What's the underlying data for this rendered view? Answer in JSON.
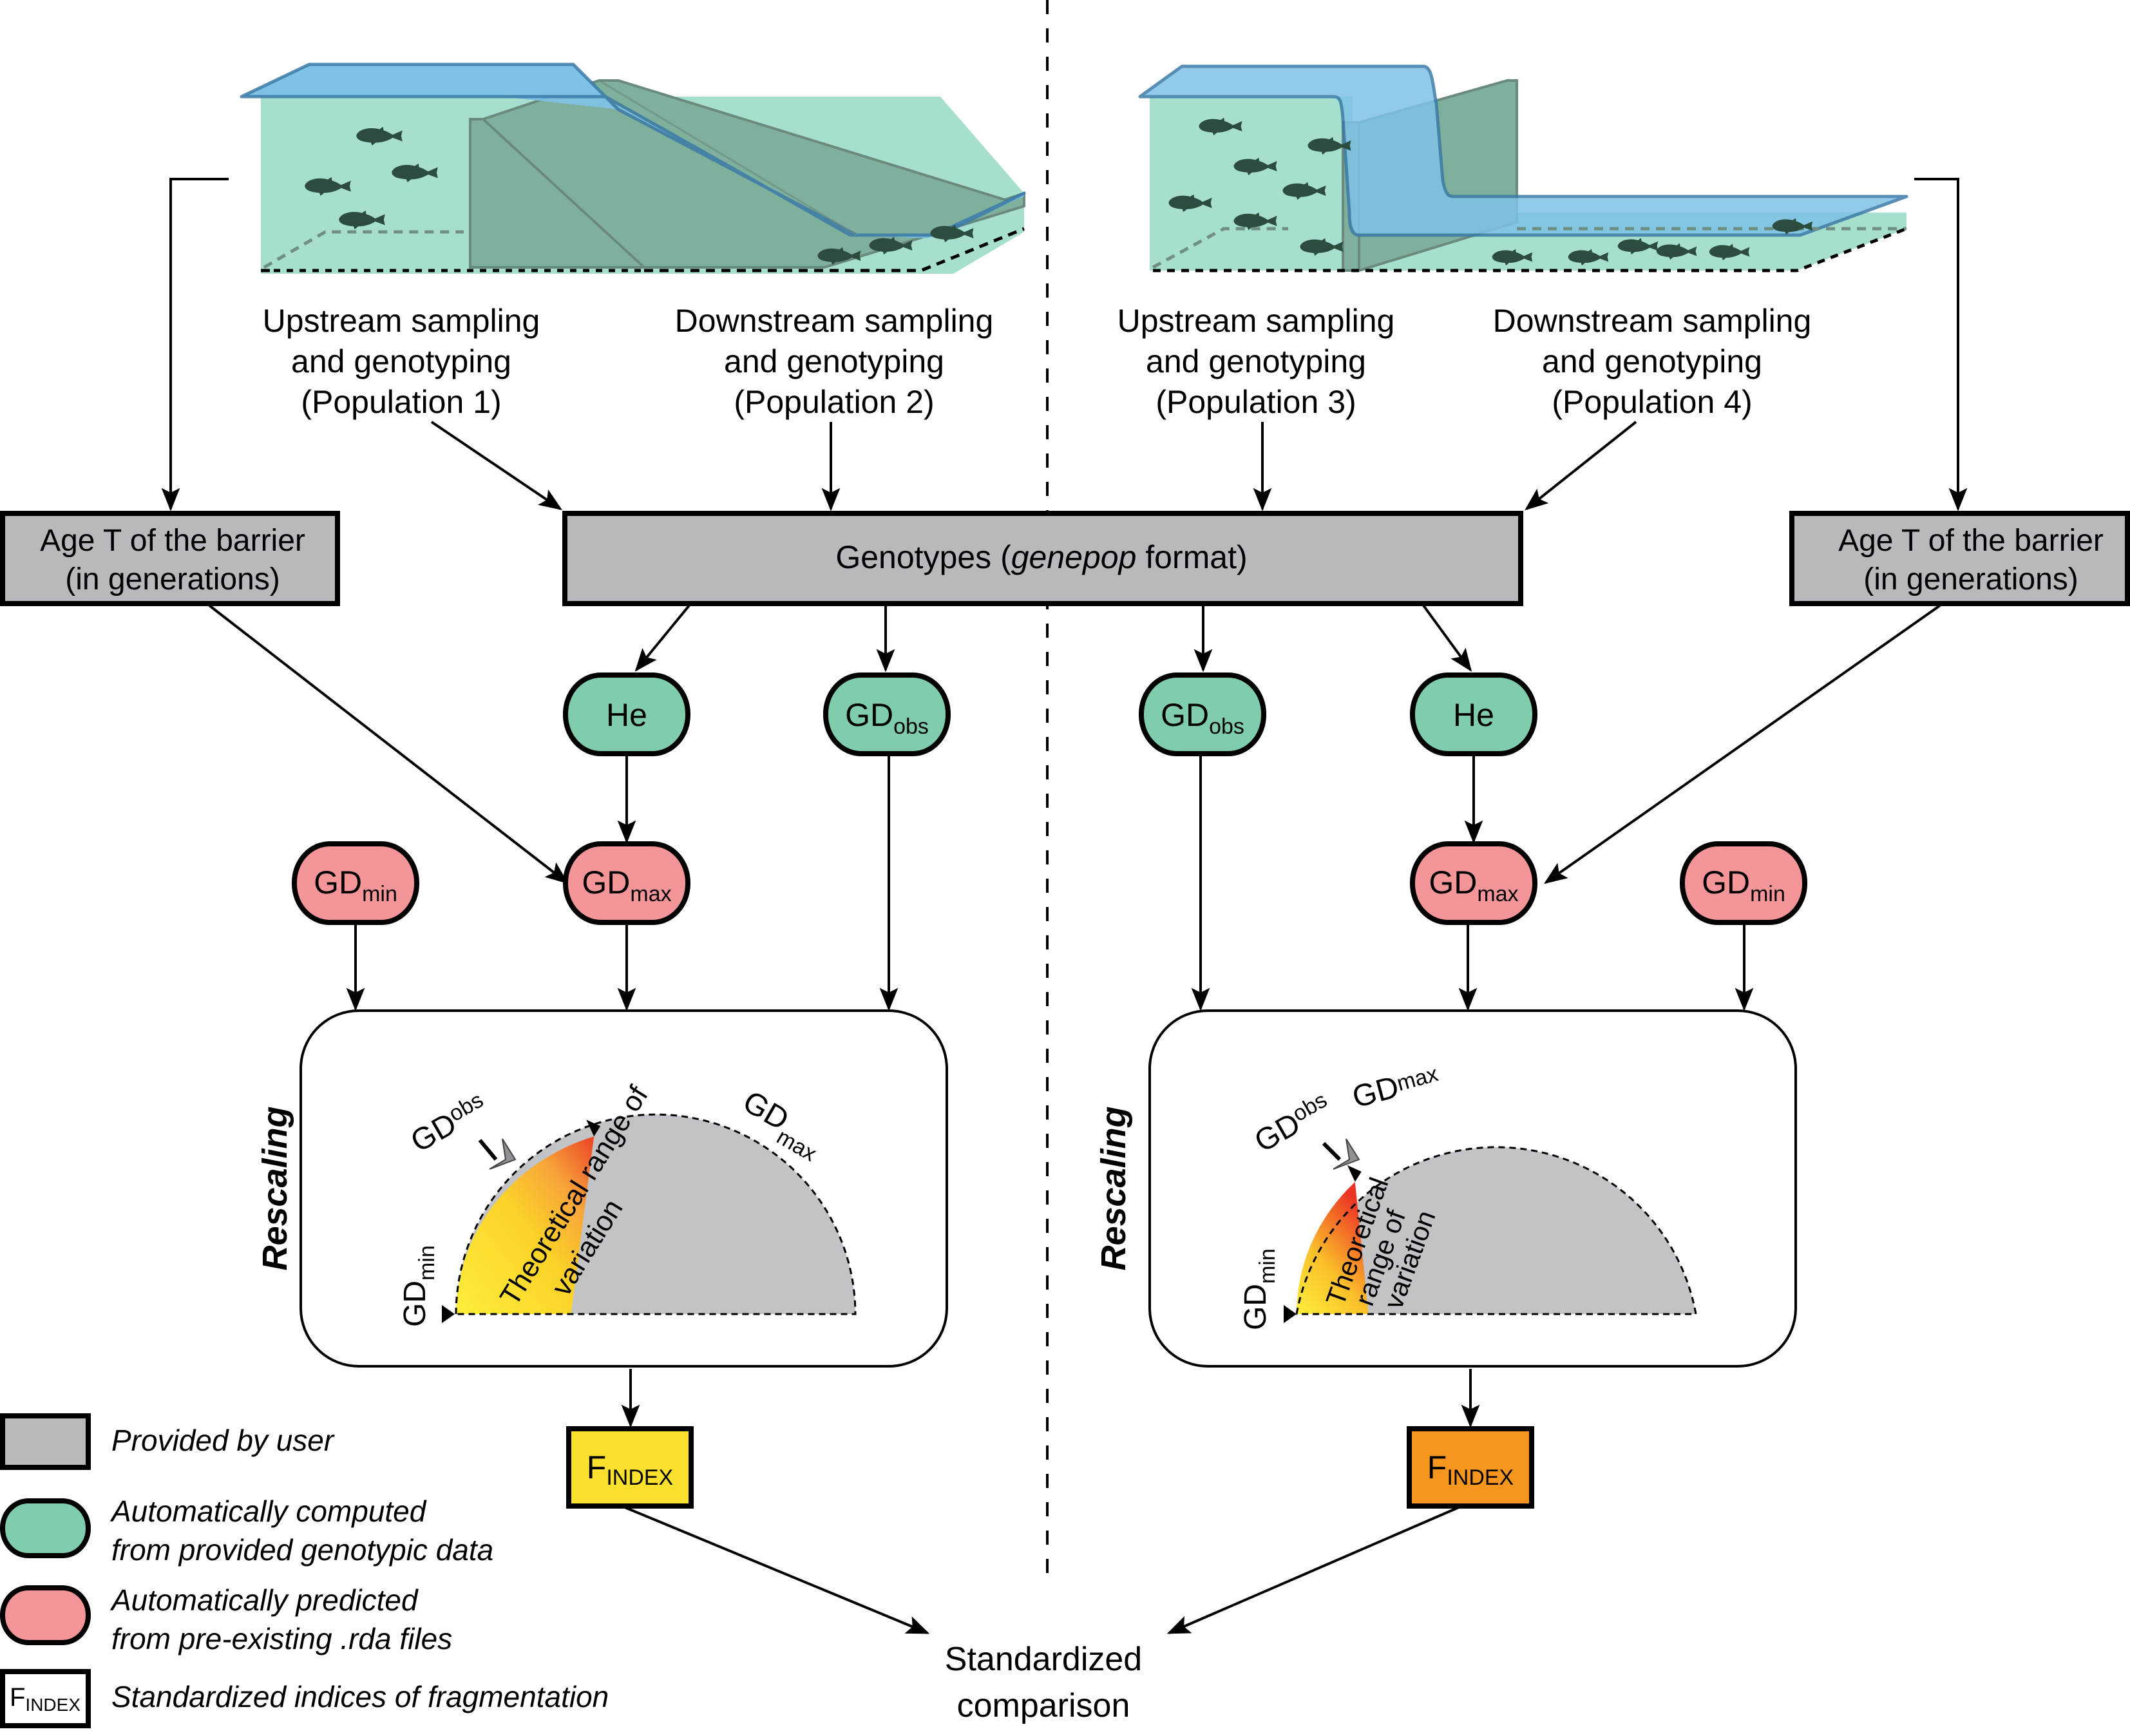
{
  "colors": {
    "user_box": "#b7b9bd",
    "computed": "#80cdae",
    "predicted": "#f4959a",
    "findex_left": "#fbe12d",
    "findex_right": "#f7961f",
    "water": "#7ec2e6",
    "water_edge": "#3b7aa8",
    "river_bed": "#a6dfcd",
    "dam": "#7fb09c",
    "fish": "#2c4c3f",
    "gauge_grey": "#c2c3c6",
    "gauge_yellow": "#fbe12d",
    "gauge_red": "#ec4126"
  },
  "sampling": {
    "pop1": [
      "Upstream sampling",
      "and genotyping",
      "(Population 1)"
    ],
    "pop2": [
      "Downstream sampling",
      "and genotyping",
      "(Population 2)"
    ],
    "pop3": [
      "Upstream sampling",
      "and genotyping",
      "(Population 3)"
    ],
    "pop4": [
      "Downstream sampling",
      "and genotyping",
      "(Population 4)"
    ]
  },
  "age_box": {
    "line1": "Age T of the barrier",
    "line2": "(in generations)"
  },
  "genotypes_box": {
    "prefix": "Genotypes (",
    "italic": "genepop",
    "suffix": " format)"
  },
  "nodes": {
    "he": "He",
    "gd": "GD",
    "obs": "obs",
    "max": "max",
    "min": "min"
  },
  "rescaling": {
    "label": "Rescaling",
    "range_left": [
      "Theoretical range of",
      "variation"
    ],
    "range_right": [
      "Theoretical",
      "range of",
      "variation"
    ],
    "left_fraction_of_range": 0.4,
    "right_fraction_of_range": 0.25
  },
  "findex": {
    "f": "F",
    "sub": "INDEX"
  },
  "comparison": [
    "Standardized",
    "comparison"
  ],
  "legend": [
    {
      "kind": "user",
      "lines": [
        "Provided by user"
      ]
    },
    {
      "kind": "computed",
      "lines": [
        "Automatically computed",
        "from provided genotypic data"
      ]
    },
    {
      "kind": "predicted",
      "lines": [
        "Automatically predicted",
        "from pre-existing .rda files"
      ]
    },
    {
      "kind": "findex",
      "lines": [
        "Standardized indices of fragmentation"
      ]
    }
  ]
}
